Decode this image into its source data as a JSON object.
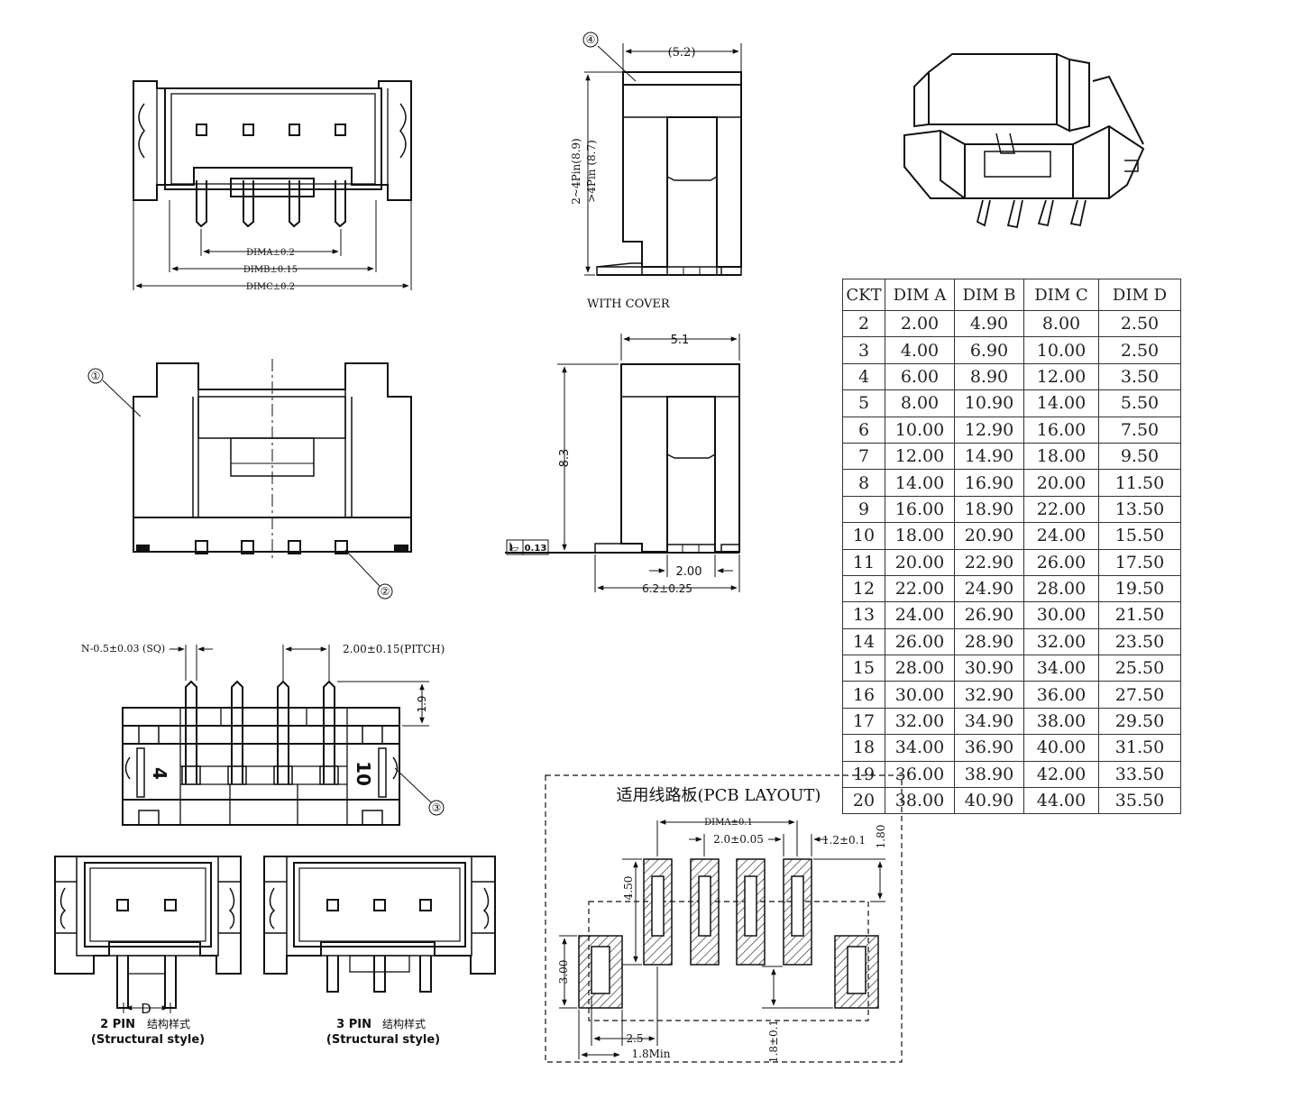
{
  "front_view": {
    "dim_a": "DIMA±0.2",
    "dim_b": "DIMB±0.15",
    "dim_c": "DIMC±0.2"
  },
  "side_view_cover": {
    "dim_top": "(5.2)",
    "height_label_1": "2~4Pin(8.9)",
    "height_label_2": ">4Pin (8.7)",
    "caption": "WITH COVER",
    "callout": "④"
  },
  "body_view": {
    "callout_1": "①",
    "callout_2": "②"
  },
  "side_view": {
    "dim_top": "5.1",
    "dim_height": "8.3",
    "flatness_symbol": "⏥",
    "flatness_value": "0.13",
    "dim_pitch": "2.00",
    "dim_depth": "6.2±0.25"
  },
  "pin_view": {
    "pin_size": "N-0.5±0.03 (SQ)",
    "pitch": "2.00±0.15(PITCH)",
    "pin_height": "1.9",
    "mark_left": "4",
    "mark_right": "10",
    "callout_3": "③"
  },
  "variants": [
    {
      "label": "2 PIN",
      "chinese": "结构样式",
      "sub": "(Structural style)",
      "dim": "D"
    },
    {
      "label": "3 PIN",
      "chinese": "结构样式",
      "sub": "(Structural style)"
    }
  ],
  "pcb_layout": {
    "title": "适用线路板(PCB LAYOUT)",
    "dim_a": "DIMA±0.1",
    "pitch": "2.0±0.05",
    "pad_w": "1.2±0.1",
    "pad_h_top": "1.80",
    "pad_len": "4.50",
    "side_pad": "3.00",
    "offset": "2.5",
    "min": "1.8Min",
    "vertical": "1.8±0.1"
  },
  "table": {
    "headers": [
      "CKT",
      "DIM A",
      "DIM B",
      "DIM C",
      "DIM D"
    ],
    "rows": [
      [
        "2",
        "2.00",
        "4.90",
        "8.00",
        "2.50"
      ],
      [
        "3",
        "4.00",
        "6.90",
        "10.00",
        "2.50"
      ],
      [
        "4",
        "6.00",
        "8.90",
        "12.00",
        "3.50"
      ],
      [
        "5",
        "8.00",
        "10.90",
        "14.00",
        "5.50"
      ],
      [
        "6",
        "10.00",
        "12.90",
        "16.00",
        "7.50"
      ],
      [
        "7",
        "12.00",
        "14.90",
        "18.00",
        "9.50"
      ],
      [
        "8",
        "14.00",
        "16.90",
        "20.00",
        "11.50"
      ],
      [
        "9",
        "16.00",
        "18.90",
        "22.00",
        "13.50"
      ],
      [
        "10",
        "18.00",
        "20.90",
        "24.00",
        "15.50"
      ],
      [
        "11",
        "20.00",
        "22.90",
        "26.00",
        "17.50"
      ],
      [
        "12",
        "22.00",
        "24.90",
        "28.00",
        "19.50"
      ],
      [
        "13",
        "24.00",
        "26.90",
        "30.00",
        "21.50"
      ],
      [
        "14",
        "26.00",
        "28.90",
        "32.00",
        "23.50"
      ],
      [
        "15",
        "28.00",
        "30.90",
        "34.00",
        "25.50"
      ],
      [
        "16",
        "30.00",
        "32.90",
        "36.00",
        "27.50"
      ],
      [
        "17",
        "32.00",
        "34.90",
        "38.00",
        "29.50"
      ],
      [
        "18",
        "34.00",
        "36.90",
        "40.00",
        "31.50"
      ],
      [
        "19",
        "36.00",
        "38.90",
        "42.00",
        "33.50"
      ],
      [
        "20",
        "38.00",
        "40.90",
        "44.00",
        "35.50"
      ]
    ]
  }
}
